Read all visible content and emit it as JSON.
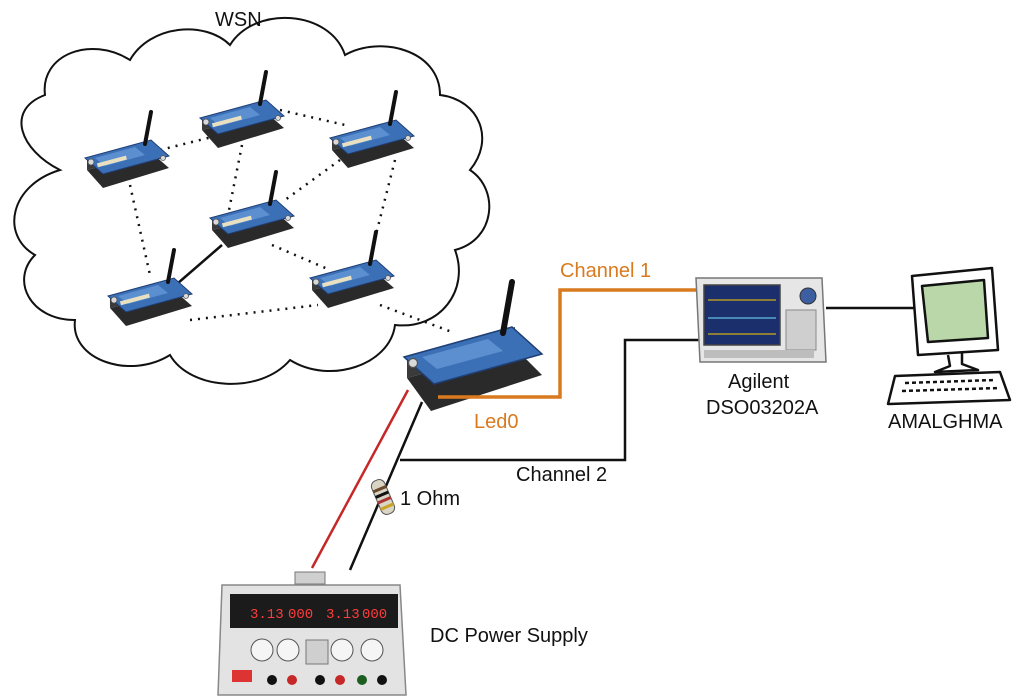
{
  "diagram": {
    "network_label": "WSN",
    "channel1_label": "Channel 1",
    "channel2_label": "Channel 2",
    "led_label": "Led0",
    "resistor_label": "1 Ohm",
    "scope_label_line1": "Agilent",
    "scope_label_line2": "DSO03202A",
    "pc_label": "AMALGHMA",
    "psu_label": "DC Power Supply",
    "psu_display_left": "3.13",
    "psu_display_mid_left": "000",
    "psu_display_mid_right": "3.13",
    "psu_display_right": "000"
  },
  "colors": {
    "channel1": "#d97a1f",
    "channel2": "#111111",
    "power_positive": "#c62828",
    "node_board": "#3b6fb6",
    "node_base": "#2a2a2a",
    "scope_screen": "#1a2f6b",
    "monitor_screen": "#b9d7a8"
  },
  "icons": {
    "sensor_node": "sensor-node-icon",
    "oscilloscope": "oscilloscope-icon",
    "computer": "computer-icon",
    "power_supply": "power-supply-icon",
    "resistor": "resistor-icon"
  }
}
